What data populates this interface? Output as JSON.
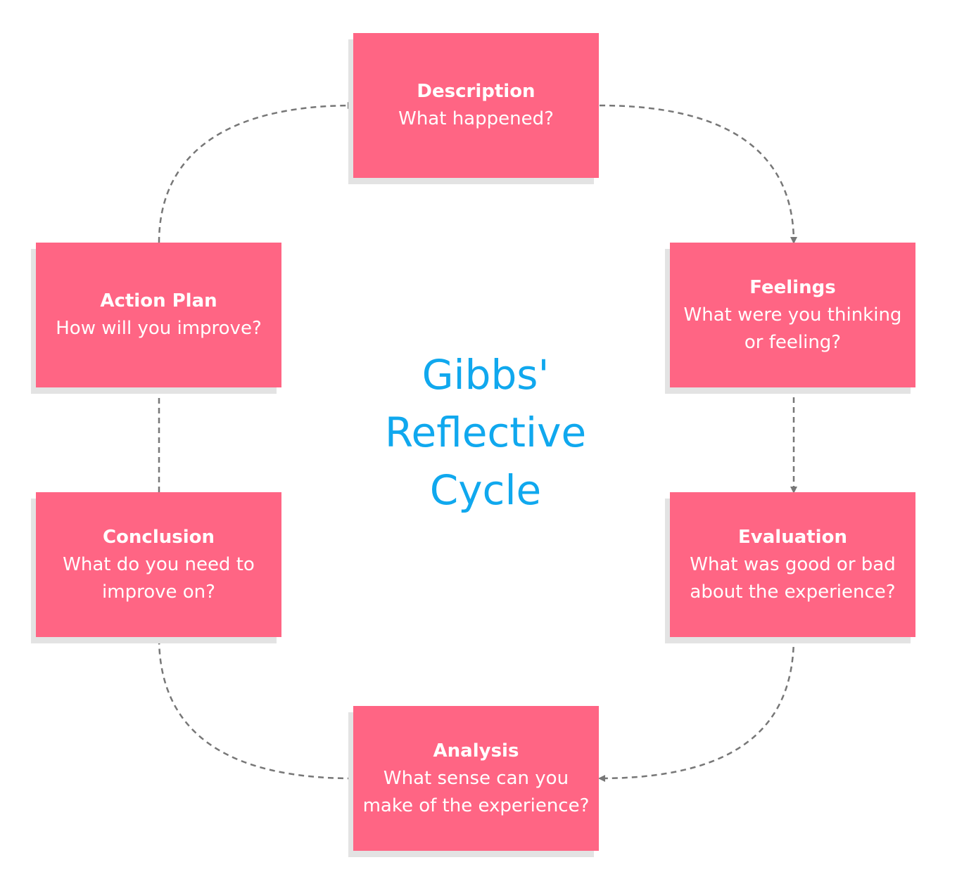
{
  "title": "Gibbs'\nReflective\nCycle",
  "colors": {
    "box_fill": "#ff6584",
    "box_shadow": "#e3e3e3",
    "box_text": "#ffffff",
    "title_text": "#10a8ee",
    "arrow": "#777777"
  },
  "stages": {
    "description": {
      "title": "Description",
      "question": "What happened?"
    },
    "feelings": {
      "title": "Feelings",
      "question": "What were you thinking\nor feeling?"
    },
    "evaluation": {
      "title": "Evaluation",
      "question": "What was good or bad\nabout the experience?"
    },
    "analysis": {
      "title": "Analysis",
      "question": "What sense can you\nmake of the experience?"
    },
    "conclusion": {
      "title": "Conclusion",
      "question": "What do you need to\nimprove on?"
    },
    "action_plan": {
      "title": "Action Plan",
      "question": "How will you improve?"
    }
  },
  "flow": [
    {
      "from": "description",
      "to": "feelings"
    },
    {
      "from": "feelings",
      "to": "evaluation"
    },
    {
      "from": "evaluation",
      "to": "analysis"
    },
    {
      "from": "analysis",
      "to": "conclusion"
    },
    {
      "from": "conclusion",
      "to": "action_plan"
    },
    {
      "from": "action_plan",
      "to": "description"
    }
  ]
}
